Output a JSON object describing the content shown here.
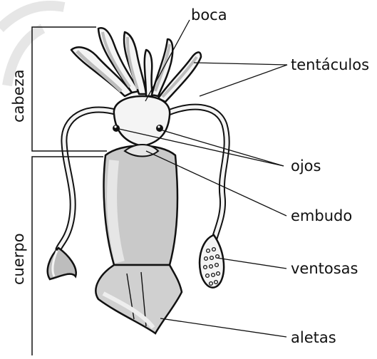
{
  "labels": {
    "boca": "boca",
    "tentaculos": "tentáculos",
    "ojos": "ojos",
    "embudo": "embudo",
    "ventosas": "ventosas",
    "aletas": "aletas"
  },
  "sections": {
    "cabeza": "cabeza",
    "cuerpo": "cuerpo"
  },
  "colors": {
    "outline": "#111111",
    "body_fill": "#c9c9c9",
    "body_highlight": "#e6e6e6",
    "arm_fill": "#f4f4f4",
    "arm_shade": "#bdbdbd",
    "watermark": "#e3e3e3"
  }
}
